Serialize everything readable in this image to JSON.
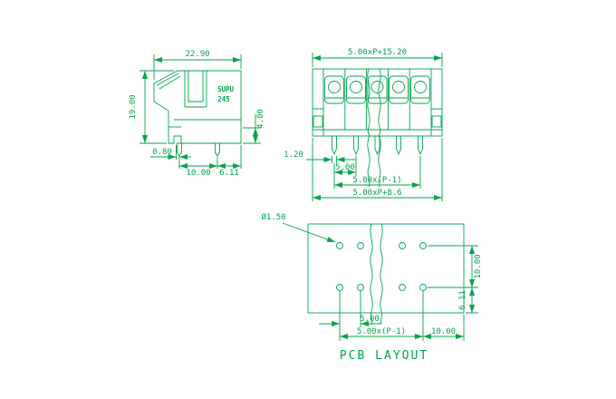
{
  "drawing": {
    "line_color": "#00a44a",
    "background_color": "#ffffff",
    "title": "PCB LAYOUT",
    "side_view": {
      "brand_line1": "SUPU",
      "brand_line2": "245",
      "dim_width": "22.90",
      "dim_height": "19.00",
      "dim_pin_len": "4.00",
      "dim_pin_offset": "0.80",
      "dim_row_pitch": "10.00",
      "dim_edge": "6.11"
    },
    "front_view": {
      "dim_total_width": "5.00xP+15.20",
      "dim_pin_width": "1.20",
      "dim_pitch": "5.00",
      "dim_span": "5.00x(P-1)",
      "dim_body_width": "5.00xP+8.6"
    },
    "pcb_layout": {
      "dim_hole": "Ø1.50",
      "dim_row_pitch": "10.00",
      "dim_edge": "6.11",
      "dim_pitch": "5.00",
      "dim_span": "5.00x(P-1)",
      "dim_margin": "10.00"
    }
  }
}
